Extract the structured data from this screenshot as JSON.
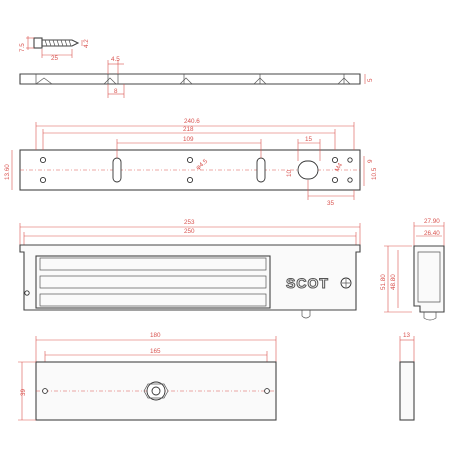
{
  "dimensions": {
    "screw_dia": "7.5",
    "screw_len": "25",
    "screw_head": "4.2",
    "plate_step": "4.5",
    "plate_rib": "8",
    "plate_thick": "5",
    "mount_total": "240.6",
    "hole_span": "218",
    "slot_span": "109",
    "slot_angle": "φ4.5",
    "slot_width": "15",
    "slot_height": "10",
    "slot_offset": "35",
    "thread": "M4",
    "left_height": "13.60",
    "right_height": "10.5",
    "right_height2": "9",
    "body_total": "253",
    "body_inner": "250",
    "side_width_outer": "27.90",
    "side_width_inner": "26.40",
    "side_height_outer": "51.80",
    "side_height_inner": "48.80",
    "armature_len": "180",
    "armature_holes": "165",
    "armature_height": "39",
    "armature_thick": "13"
  },
  "logo_text": "SCOT"
}
